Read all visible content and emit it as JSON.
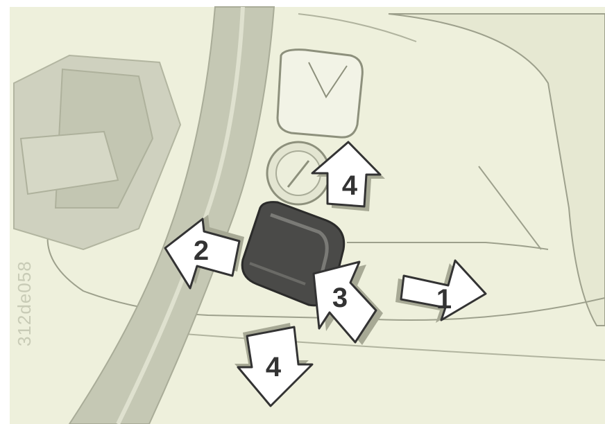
{
  "figure": {
    "code": "312de058",
    "background_color": "#eef0dc"
  },
  "arrows": [
    {
      "label": "1",
      "direction": "right"
    },
    {
      "label": "2",
      "direction": "left"
    },
    {
      "label": "3",
      "direction": "up-left"
    },
    {
      "label": "4",
      "direction": "up"
    },
    {
      "label": "4",
      "direction": "down"
    }
  ],
  "colors": {
    "column": "#cfd1bf",
    "arrow_fill": "#ffffff",
    "arrow_stroke": "#333333",
    "arrow_shadow": "#a7a995",
    "lever_knob": "#4a4a48"
  }
}
